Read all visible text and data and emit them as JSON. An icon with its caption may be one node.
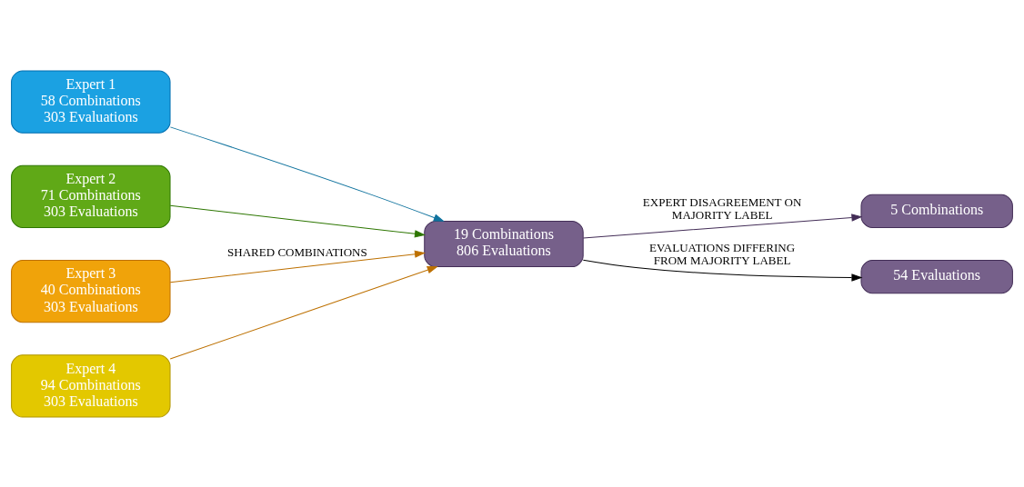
{
  "diagram": {
    "nodes": [
      {
        "text": [
          "Expert 1",
          "58 Combinations",
          "303 Evaluations"
        ]
      },
      {
        "text": [
          "Expert 2",
          "71 Combinations",
          "303 Evaluations"
        ]
      },
      {
        "text": [
          "Expert 3",
          "40 Combinations",
          "303 Evaluations"
        ]
      },
      {
        "text": [
          "Expert 4",
          "94 Combinations",
          "303 Evaluations"
        ]
      },
      {
        "text": [
          "19 Combinations",
          "806 Evaluations"
        ]
      },
      {
        "text": [
          "5 Combinations"
        ]
      },
      {
        "text": [
          "54 Evaluations"
        ]
      }
    ],
    "edges": [
      {
        "from": 0,
        "to": 4,
        "arrow": "to",
        "color": "#10739e"
      },
      {
        "from": 1,
        "to": 4,
        "arrow": "to",
        "color": "#2d7600"
      },
      {
        "from": 2,
        "to": 4,
        "arrow": "to",
        "color": "#bd7000",
        "label": "SHARED COMBINATIONS"
      },
      {
        "from": 3,
        "to": 4,
        "arrow": "to",
        "color": "#bd7000"
      },
      {
        "from": 4,
        "to": 5,
        "arrow": "to",
        "color": "#432d57",
        "label": "EXPERT DISAGREEMENT ON MAJORITY LABEL"
      },
      {
        "from": 4,
        "to": 6,
        "arrow": "to",
        "color": "#000000",
        "label": "EVALUATIONS DIFFERING FROM MAJORITY LABEL"
      }
    ]
  }
}
